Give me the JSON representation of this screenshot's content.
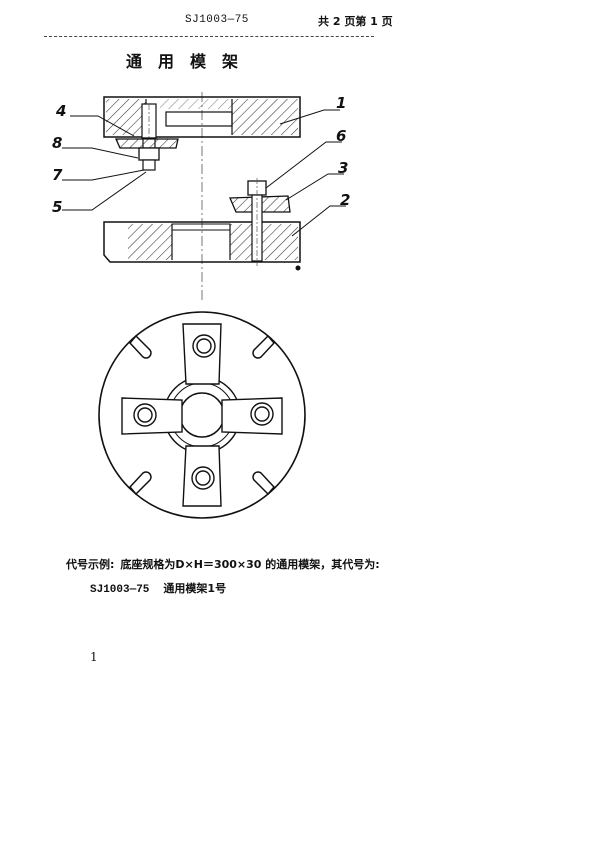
{
  "header": {
    "std_number": "SJ1003—75",
    "page_info": "共 2 页第 1 页"
  },
  "title": "通用模架",
  "callouts": {
    "c1": "1",
    "c2": "2",
    "c3": "3",
    "c4": "4",
    "c5": "5",
    "c6": "6",
    "c7": "7",
    "c8": "8"
  },
  "caption": {
    "label": "代号示例:",
    "text": "底座规格为D×H＝300×30 的通用模架，其代号为:"
  },
  "designation": {
    "code": "SJ1003—75",
    "name": "通用模架1号"
  },
  "page_number": "1"
}
